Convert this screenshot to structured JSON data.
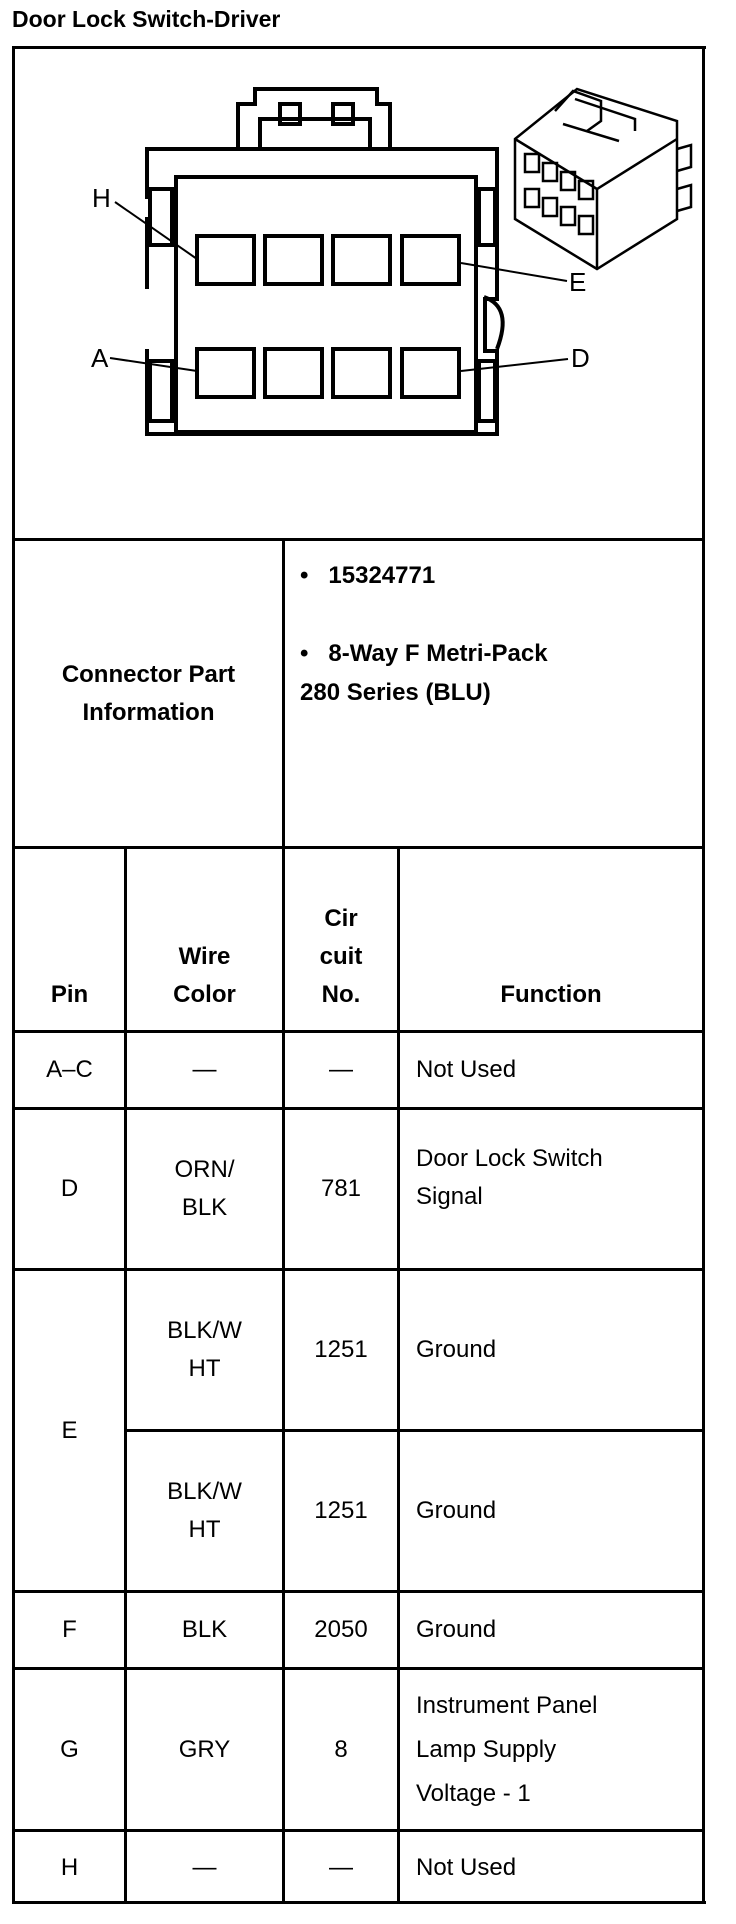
{
  "title": "Door Lock Switch-Driver",
  "diagram": {
    "pin_labels": [
      "H",
      "E",
      "A",
      "D"
    ]
  },
  "connector_info": {
    "label": "Connector Part Information",
    "part_number": "15324771",
    "description_line1": "8-Way F Metri-Pack",
    "description_line2": "280 Series (BLU)"
  },
  "table": {
    "headers": {
      "pin": "Pin",
      "wire_color": "Wire Color",
      "circuit_no": "Cir cuit No.",
      "function": "Function"
    },
    "rows": [
      {
        "pin": "A–C",
        "wire_color": "—",
        "circuit": "—",
        "function": "Not Used"
      },
      {
        "pin": "D",
        "wire_color": "ORN/BLK",
        "circuit": "781",
        "function": "Door Lock Switch Signal"
      },
      {
        "pin": "E",
        "wire_color": "BLK/WHT",
        "circuit": "1251",
        "function": "Ground"
      },
      {
        "pin": "",
        "wire_color": "BLK/WHT",
        "circuit": "1251",
        "function": "Ground"
      },
      {
        "pin": "F",
        "wire_color": "BLK",
        "circuit": "2050",
        "function": "Ground"
      },
      {
        "pin": "G",
        "wire_color": "GRY",
        "circuit": "8",
        "function": "Instrument Panel Lamp Supply Voltage - 1"
      },
      {
        "pin": "H",
        "wire_color": "—",
        "circuit": "—",
        "function": "Not Used"
      }
    ]
  }
}
